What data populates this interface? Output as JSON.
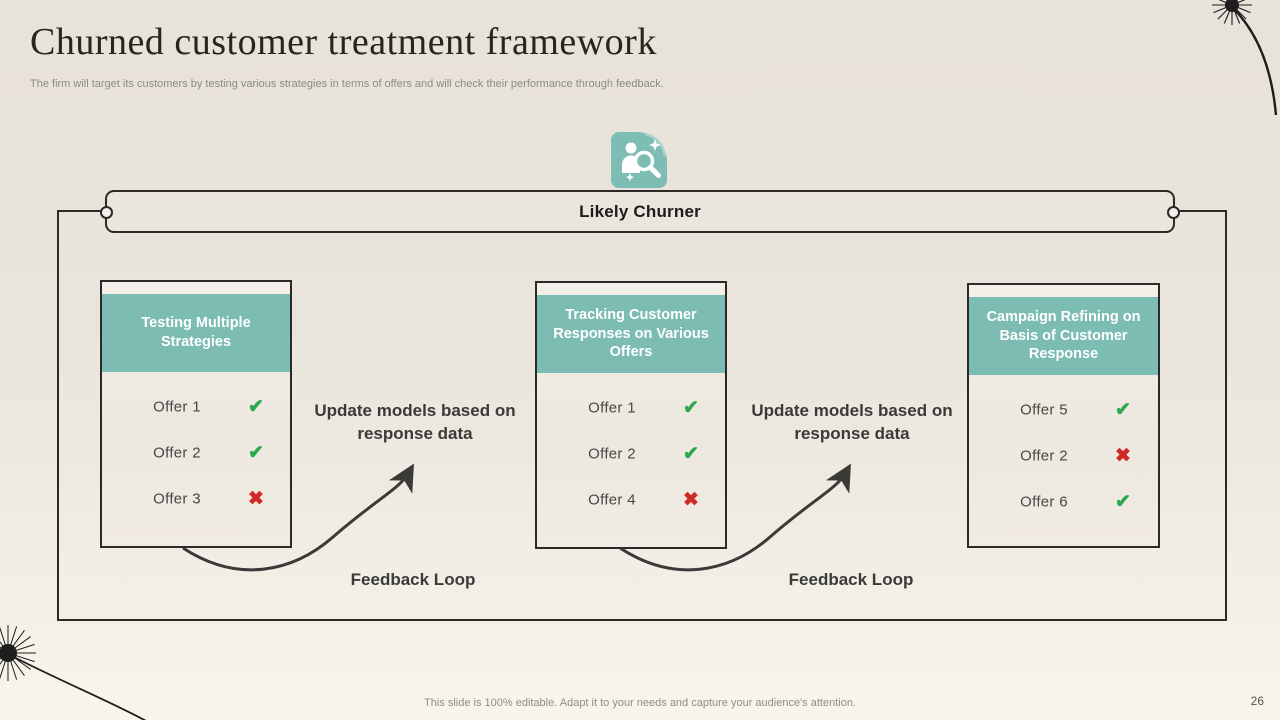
{
  "slide": {
    "title": "Churned customer treatment framework",
    "subtitle": "The firm will target its customers by testing various strategies in terms of offers and will check their performance through feedback.",
    "footer": "This slide is 100% editable. Adapt it to your needs and capture your audience's attention.",
    "page_number": "26"
  },
  "colors": {
    "teal_accent": "#7cbcb3",
    "check_green": "#2fa750",
    "cross_red": "#d02a26",
    "line_dark": "#2a2a28",
    "background": "#e9e4dc"
  },
  "top_label": "Likely Churner",
  "icon_name": "customer-search-icon",
  "cards": [
    {
      "header": "Testing Multiple Strategies",
      "offers": [
        {
          "label": "Offer 1",
          "status": "pass"
        },
        {
          "label": "Offer 2",
          "status": "pass"
        },
        {
          "label": "Offer 3",
          "status": "fail"
        }
      ]
    },
    {
      "header": "Tracking Customer Responses on Various Offers",
      "offers": [
        {
          "label": "Offer 1",
          "status": "pass"
        },
        {
          "label": "Offer 2",
          "status": "pass"
        },
        {
          "label": "Offer 4",
          "status": "fail"
        }
      ]
    },
    {
      "header": "Campaign Refining on Basis of Customer Response",
      "offers": [
        {
          "label": "Offer 5",
          "status": "pass"
        },
        {
          "label": "Offer 2",
          "status": "fail"
        },
        {
          "label": "Offer 6",
          "status": "pass"
        }
      ]
    }
  ],
  "connectors": [
    {
      "update_label": "Update models based on response data",
      "feedback_label": "Feedback Loop"
    },
    {
      "update_label": "Update models based on response data",
      "feedback_label": "Feedback Loop"
    }
  ],
  "marks": {
    "pass": {
      "glyph": "✔",
      "color": "#2fa750"
    },
    "fail": {
      "glyph": "✖",
      "color": "#d02a26"
    }
  }
}
